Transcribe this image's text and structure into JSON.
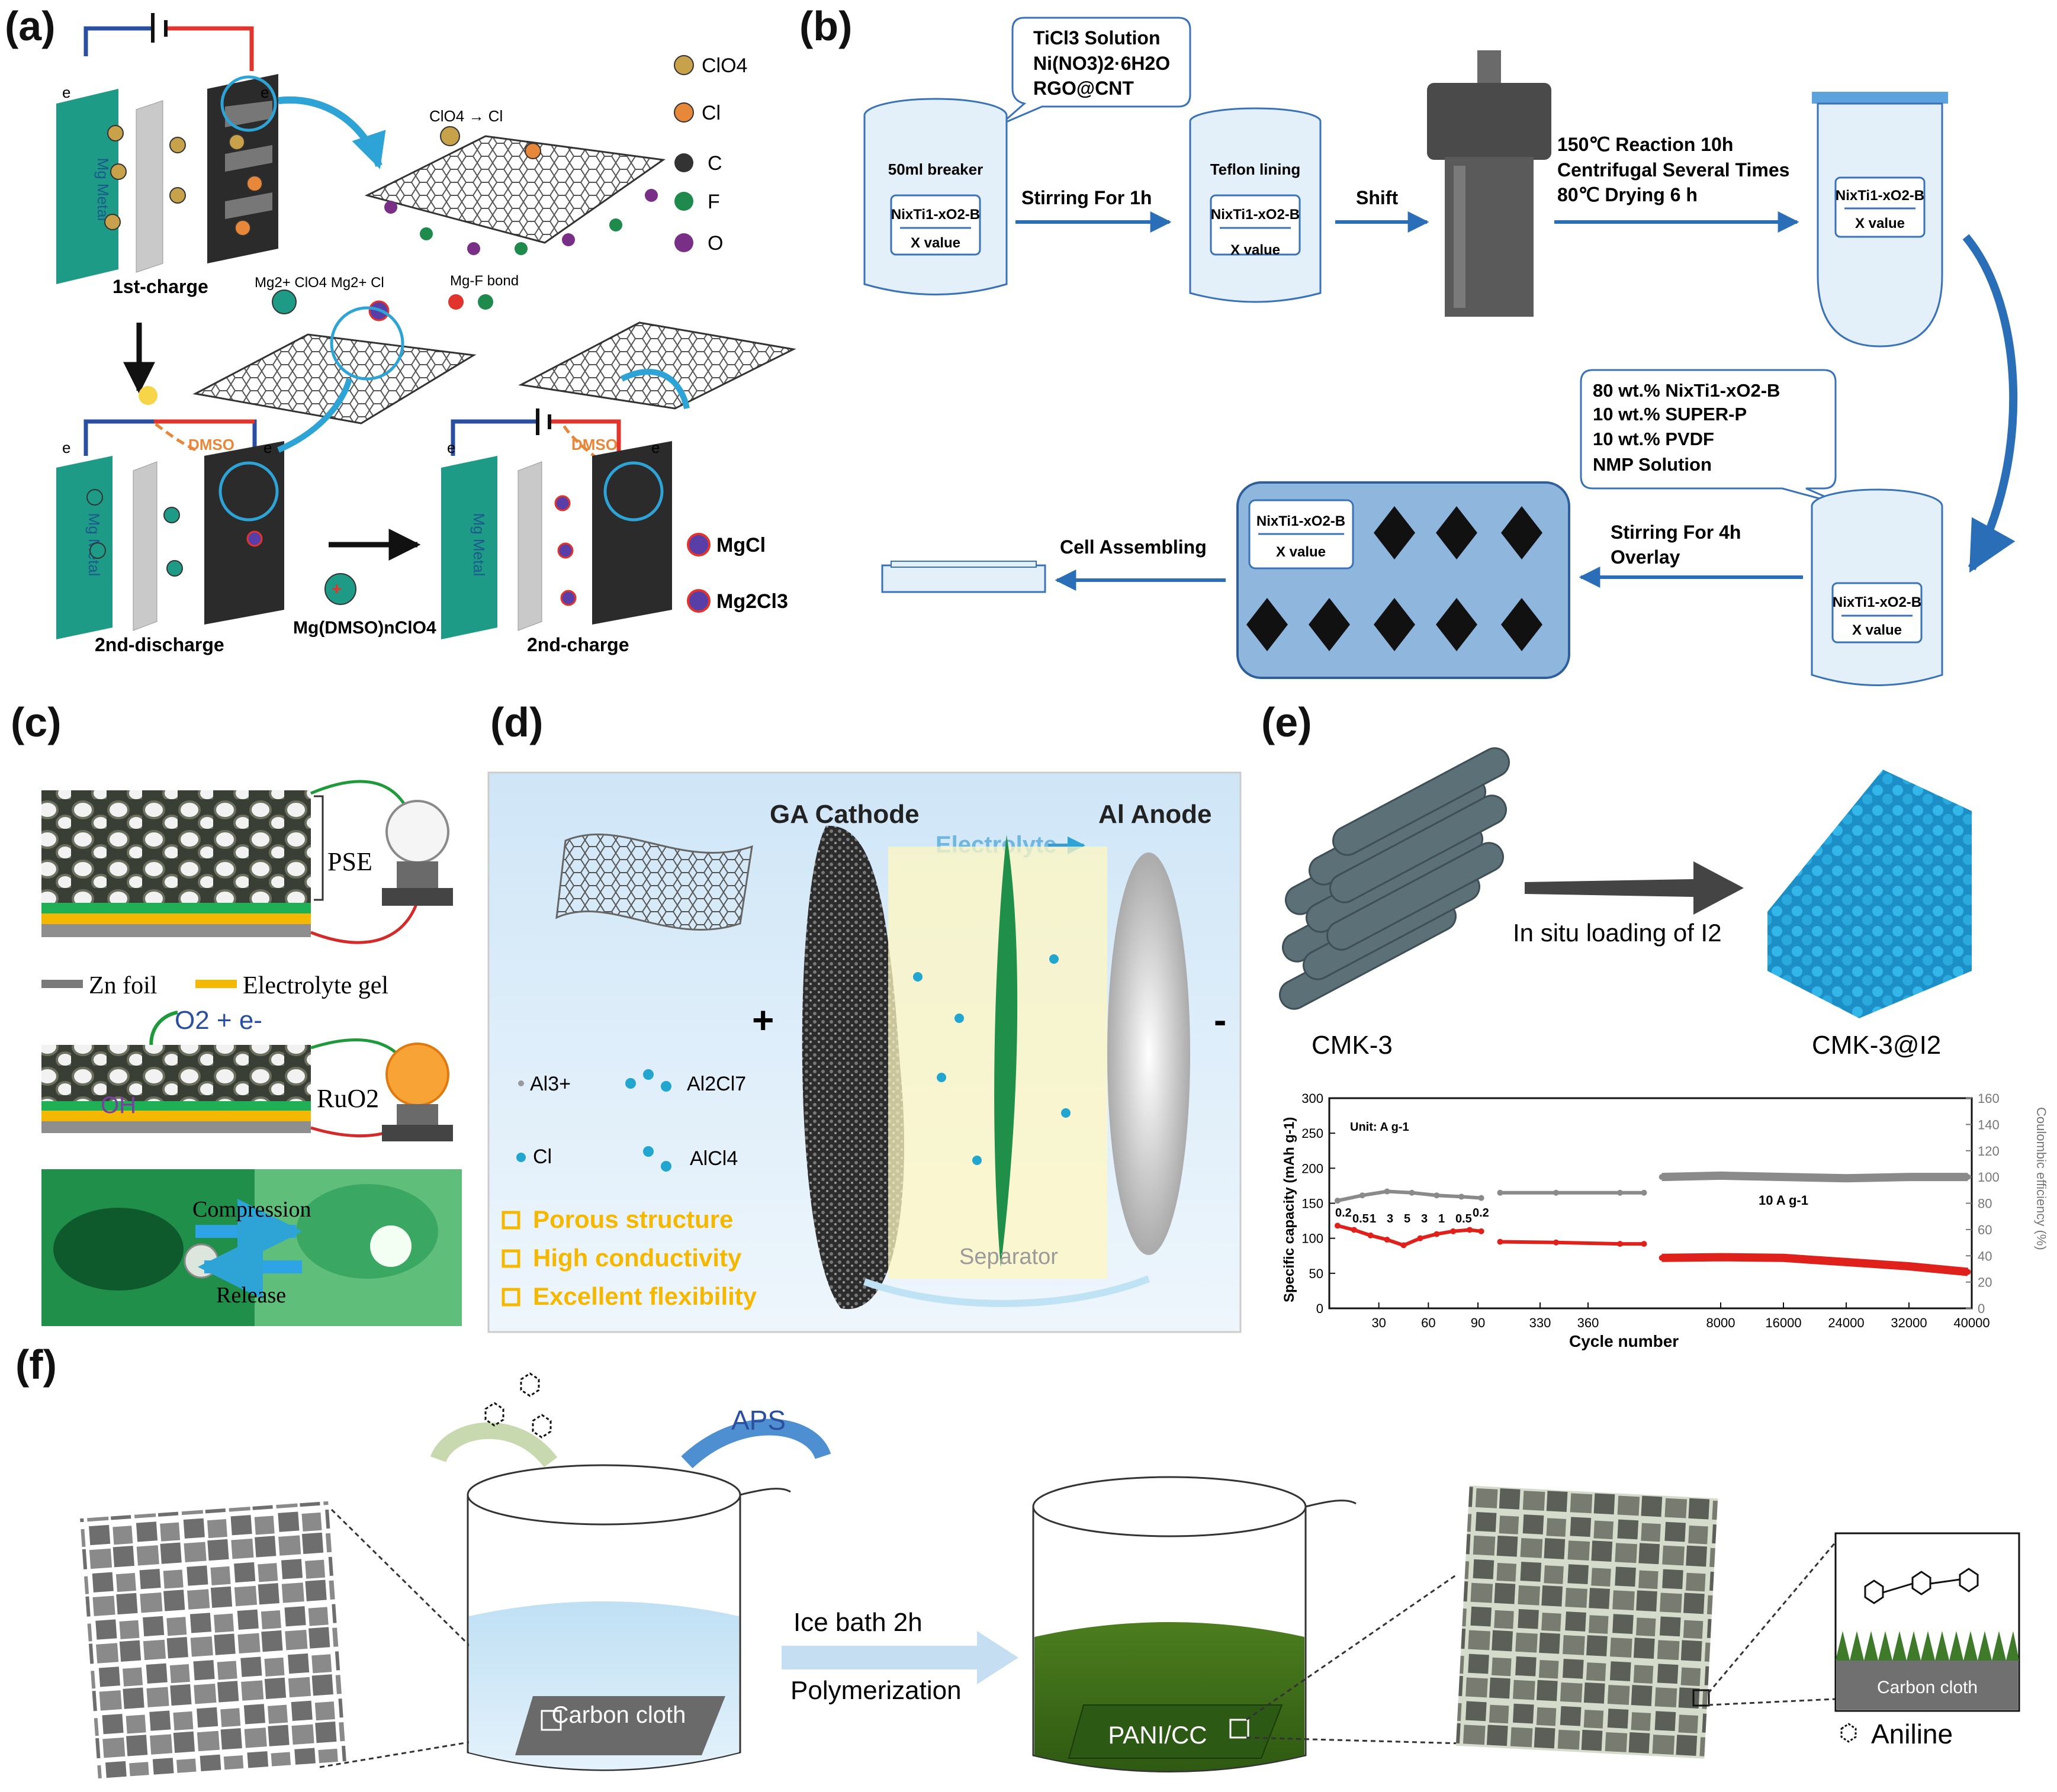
{
  "panels": {
    "a": {
      "label": "(a)",
      "legend": {
        "clo4": "ClO4",
        "cl": "Cl",
        "c": "C",
        "f": "F",
        "o": "O",
        "mgcl": "MgCl",
        "mg2cl3": "Mg2Cl3"
      },
      "mg_metal": "Mg Metal",
      "first_charge": "1st-charge",
      "second_discharge": "2nd-discharge",
      "second_charge": "2nd-charge",
      "dmso": "DMSO",
      "electron": "e",
      "clo4_to_cl": "ClO4 → Cl",
      "mg_clo4": "Mg2+ ClO4 Mg2+ Cl",
      "mgf_bond": "Mg-F bond",
      "mg_dmso": "Mg(DMSO)nClO4",
      "colors": {
        "mg_metal": "#1e9b86",
        "wire_blue": "#2a4fa0",
        "wire_red": "#e0342c",
        "arrow": "#2ea3d6"
      }
    },
    "b": {
      "label": "(b)",
      "bubble1": [
        "TiCl3 Solution",
        "Ni(NO3)2·6H2O",
        "RGO@CNT"
      ],
      "beaker": "50ml breaker",
      "sample": "NixTi1-xO2-B",
      "x_value": "X value",
      "stir1": "Stirring For 1h",
      "teflon": "Teflon lining",
      "shift": "Shift",
      "reaction": [
        "150℃ Reaction 10h",
        "Centrifugal Several Times",
        "80℃ Drying 6 h"
      ],
      "bubble2": [
        "80 wt.% NixTi1-xO2-B",
        "10 wt.% SUPER-P",
        "10 wt.% PVDF",
        "NMP Solution"
      ],
      "stir2": [
        "Stirring For 4h",
        "Overlay"
      ],
      "cell": "Cell Assembling",
      "colors": {
        "vessel": "#e3f0fa",
        "arrow": "#2a6eb8",
        "plate": "#8fb6dd"
      }
    },
    "c": {
      "label": "(c)",
      "pse": "PSE",
      "zn_foil": "Zn foil",
      "gel": "Electrolyte gel",
      "o2": "O2 + e-",
      "oh": "OH",
      "ruo2": "RuO2",
      "compression": "Compression",
      "release": "Release"
    },
    "d": {
      "label": "(d)",
      "ga_cathode": "GA Cathode",
      "al_anode": "Al Anode",
      "electrolyte": "Electrolyte",
      "separator": "Separator",
      "plus": "+",
      "minus": "-",
      "al3": "Al3+",
      "al2cl7": "Al2Cl7",
      "cl": "Cl",
      "alcl4": "AlCl4",
      "features": [
        "Porous structure",
        "High conductivity",
        "Excellent flexibility"
      ]
    },
    "e": {
      "label": "(e)",
      "cmk3": "CMK-3",
      "cmk3i2": "CMK-3@I2",
      "loading": "In situ loading of I2"
    },
    "f": {
      "label": "(f)",
      "aps": "APS",
      "ice_bath": "Ice bath 2h",
      "polymerization": "Polymerization",
      "carbon_cloth": "Carbon cloth",
      "pani_cc": "PANI/CC",
      "aniline": "Aniline"
    }
  },
  "chart_data": {
    "type": "scatter",
    "xlabel": "Cycle number",
    "ylabel": "Specific capacity (mAh g-1)",
    "y2label": "Coulombic efficiency (%)",
    "unit_note": "Unit: A g-1",
    "rate_labels": [
      "0.2",
      "0.5",
      "1",
      "3",
      "5",
      "3",
      "1",
      "0.5",
      "0.2"
    ],
    "long_label": "10 A g-1",
    "x_segments": [
      {
        "range": [
          0,
          95
        ],
        "ticks": [
          30,
          60,
          90
        ]
      },
      {
        "range": [
          300,
          400
        ],
        "ticks": [
          330,
          360
        ]
      },
      {
        "range": [
          0,
          40000
        ],
        "ticks": [
          8000,
          16000,
          24000,
          32000,
          40000
        ]
      }
    ],
    "ylim": [
      0,
      300
    ],
    "yticks": [
      0,
      50,
      100,
      150,
      200,
      250,
      300
    ],
    "y2lim": [
      0,
      160
    ],
    "y2ticks": [
      0,
      20,
      40,
      60,
      80,
      100,
      120,
      140,
      160
    ],
    "series": [
      {
        "name": "Specific capacity",
        "color": "#e0201b",
        "segments": [
          [
            [
              5,
              118
            ],
            [
              15,
              112
            ],
            [
              25,
              104
            ],
            [
              35,
              98
            ],
            [
              45,
              90
            ],
            [
              55,
              100
            ],
            [
              65,
              106
            ],
            [
              75,
              110
            ],
            [
              85,
              112
            ],
            [
              92,
              110
            ]
          ],
          [
            [
              305,
              95
            ],
            [
              340,
              94
            ],
            [
              380,
              92
            ],
            [
              395,
              92
            ]
          ],
          [
            [
              500,
              72
            ],
            [
              8000,
              73
            ],
            [
              16000,
              72
            ],
            [
              24000,
              66
            ],
            [
              32000,
              60
            ],
            [
              39500,
              52
            ]
          ]
        ]
      },
      {
        "name": "Coulombic efficiency",
        "color": "#8a8a8a",
        "segments": [
          [
            [
              5,
              82
            ],
            [
              20,
              86
            ],
            [
              35,
              89
            ],
            [
              50,
              88
            ],
            [
              65,
              86
            ],
            [
              80,
              85
            ],
            [
              92,
              84
            ]
          ],
          [
            [
              305,
              88
            ],
            [
              340,
              88
            ],
            [
              380,
              88
            ],
            [
              395,
              88
            ]
          ],
          [
            [
              500,
              100
            ],
            [
              8000,
              101
            ],
            [
              16000,
              100
            ],
            [
              24000,
              99
            ],
            [
              32000,
              100
            ],
            [
              39500,
              100
            ]
          ]
        ]
      }
    ]
  }
}
